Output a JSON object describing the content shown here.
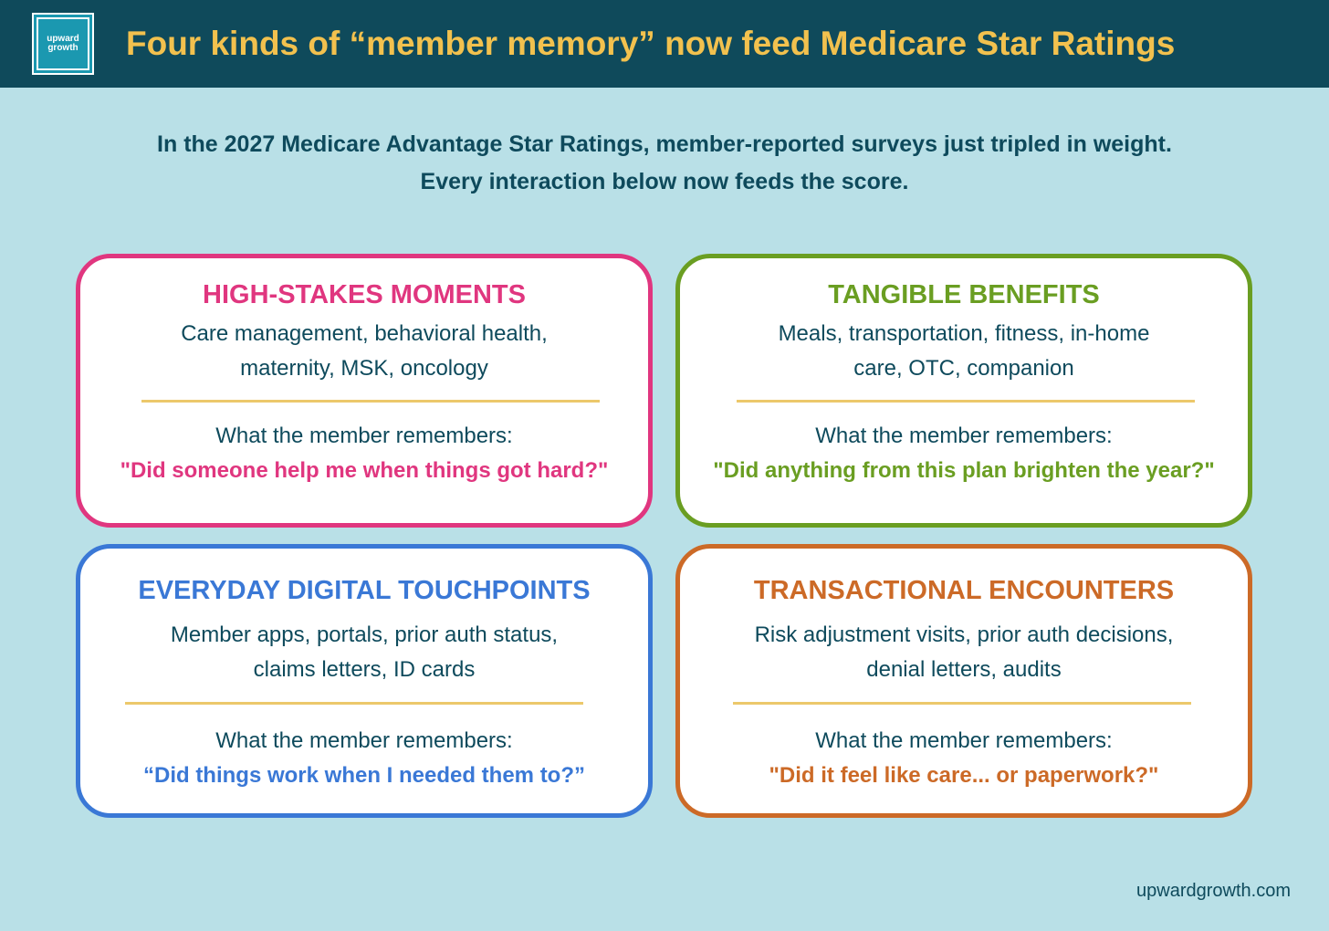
{
  "header": {
    "logo_line1": "upward",
    "logo_line2": "growth",
    "title": "Four kinds of “member memory” now feed Medicare Star Ratings"
  },
  "intro": {
    "line1": "In the 2027 Medicare Advantage Star Ratings, member-reported surveys just tripled in weight.",
    "line2": "Every interaction below now feeds the score."
  },
  "cards": [
    {
      "title": "HIGH-STAKES MOMENTS",
      "desc_line1": "Care management, behavioral health,",
      "desc_line2": "maternity, MSK, oncology",
      "lead": "What the member remembers:",
      "quote": "\"Did someone help me when things got hard?\"",
      "color": "#e0367f"
    },
    {
      "title": "TANGIBLE BENEFITS",
      "desc_line1": "Meals, transportation, fitness, in-home",
      "desc_line2": "care, OTC, companion",
      "lead": "What the member remembers:",
      "quote": "\"Did anything from this plan brighten the year?\"",
      "color": "#6a9e22"
    },
    {
      "title": "EVERYDAY DIGITAL TOUCHPOINTS",
      "desc_line1": "Member apps, portals, prior auth status,",
      "desc_line2": "claims letters, ID cards",
      "lead": "What the member remembers:",
      "quote": "“Did things work when I needed them to?”",
      "color": "#3a78d6"
    },
    {
      "title": "TRANSACTIONAL ENCOUNTERS",
      "desc_line1": "Risk adjustment visits, prior auth decisions,",
      "desc_line2": "denial letters, audits",
      "lead": "What the member remembers:",
      "quote": "\"Did it feel like care... or paperwork?\"",
      "color": "#cc6a27"
    }
  ],
  "footer": {
    "site": "upwardgrowth.com"
  },
  "colors": {
    "background": "#b9e0e7",
    "header": "#0f4a5b",
    "title": "#f2c14e",
    "text": "#0e4a5c",
    "divider": "#ecc86b"
  }
}
